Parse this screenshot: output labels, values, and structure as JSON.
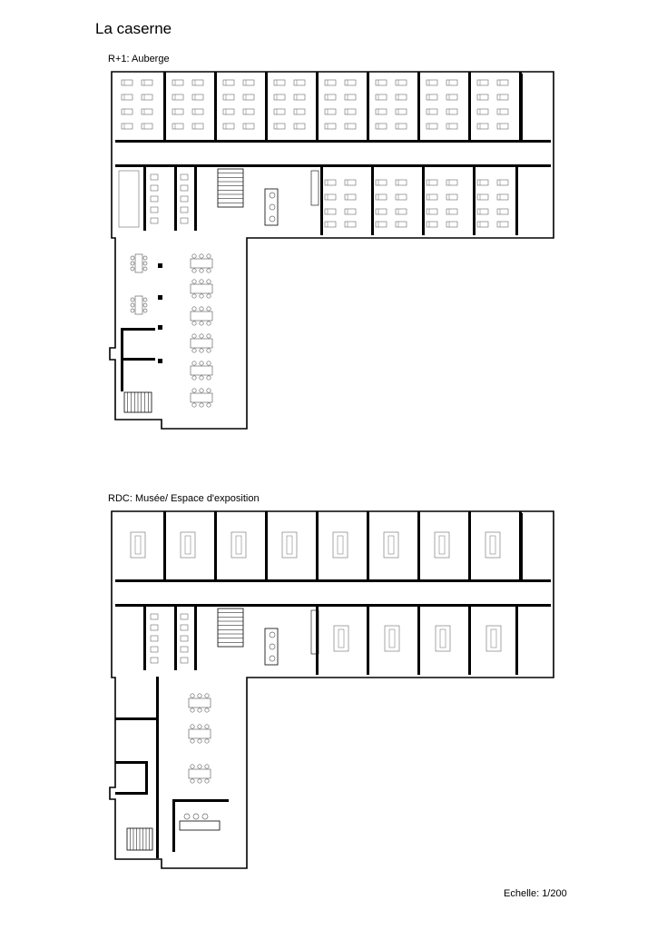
{
  "page_title": "La caserne",
  "plans": {
    "upper": {
      "label": "R+1: Auberge"
    },
    "lower": {
      "label": "RDC: Musée/ Espace d'exposition"
    }
  },
  "scale": "Echelle: 1/200",
  "colors": {
    "line": "#000000",
    "furniture": "#6b6b6b",
    "background": "#ffffff"
  }
}
